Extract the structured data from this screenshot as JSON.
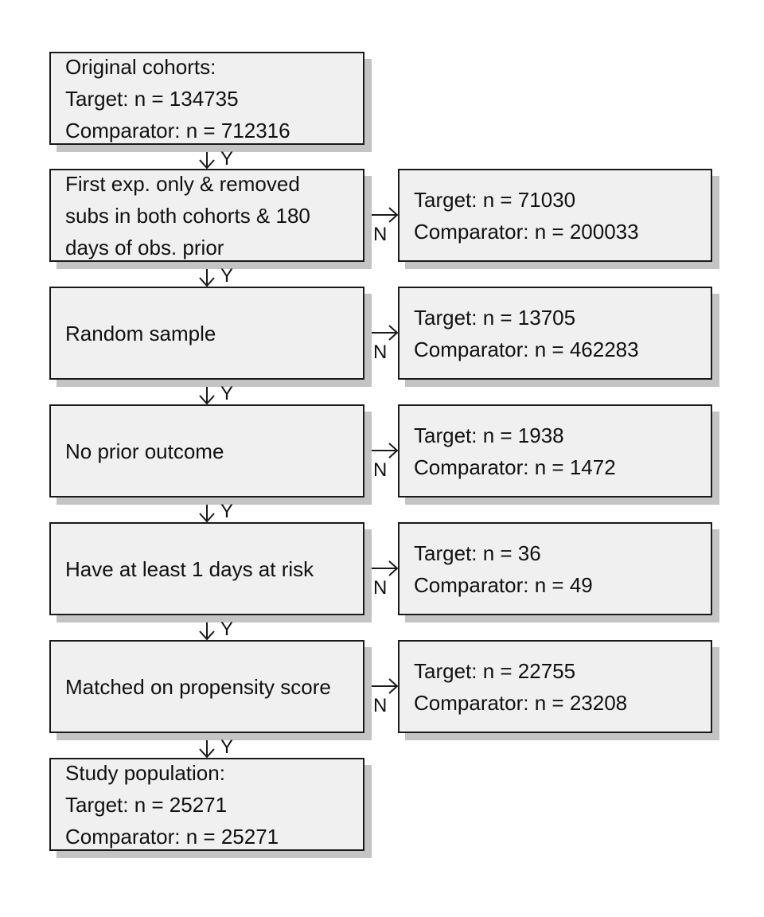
{
  "flow": {
    "steps": [
      {
        "lines": [
          "Original cohorts:",
          "Target: n = 134735",
          "Comparator: n = 712316"
        ]
      },
      {
        "lines": [
          "First exp. only & removed",
          "subs in both cohorts & 180",
          "days of obs. prior"
        ]
      },
      {
        "lines": [
          "Random sample"
        ]
      },
      {
        "lines": [
          "No prior outcome"
        ]
      },
      {
        "lines": [
          "Have at least 1 days at risk"
        ]
      },
      {
        "lines": [
          "Matched on propensity score"
        ]
      },
      {
        "lines": [
          "Study population:",
          "Target: n = 25271",
          "Comparator: n = 25271"
        ]
      }
    ],
    "excluded": [
      {
        "target": "Target: n = 71030",
        "comparator": "Comparator: n = 200033"
      },
      {
        "target": "Target: n = 13705",
        "comparator": "Comparator: n = 462283"
      },
      {
        "target": "Target: n = 1938",
        "comparator": "Comparator: n = 1472"
      },
      {
        "target": "Target: n = 36",
        "comparator": "Comparator: n = 49"
      },
      {
        "target": "Target: n = 22755",
        "comparator": "Comparator: n = 23208"
      }
    ],
    "yes_label": "Y",
    "no_label": "N"
  },
  "colors": {
    "box_fill": "#f0f0f0",
    "box_border": "#1a1a1a",
    "shadow": "#c4c4c4",
    "arrow": "#1a1a1a"
  }
}
